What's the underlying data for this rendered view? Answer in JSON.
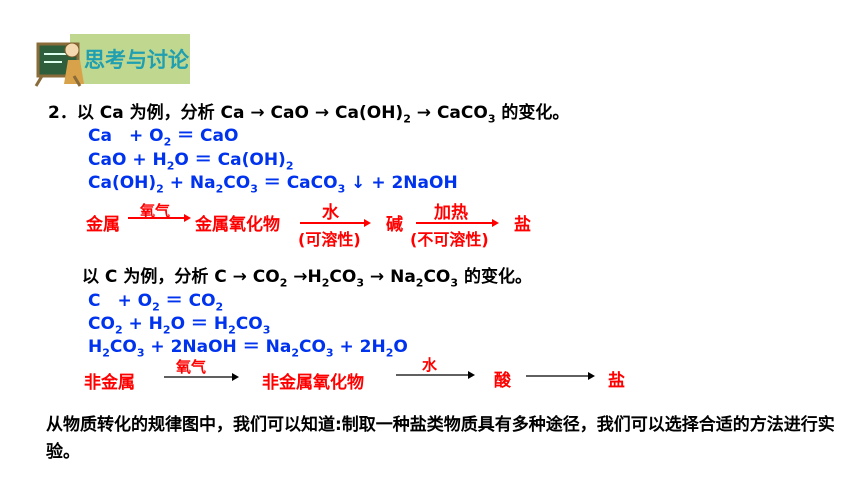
{
  "header": {
    "title": "思考与讨论",
    "colors": {
      "title": "#1f9fb0",
      "badge_green": "#a9c96a",
      "board": "#2e5e3c"
    },
    "icon": "teacher-blackboard-icon"
  },
  "question": {
    "prefix": "2．以 Ca 为例，分析 Ca → CaO → Ca(OH)",
    "sub1": "2",
    "mid": " → CaCO",
    "sub2": "3",
    "suffix": " 的变化。"
  },
  "ca_equations": [
    {
      "line": "eq1",
      "parts": [
        "Ca　+ O",
        "2",
        " ＝ CaO"
      ]
    },
    {
      "line": "eq2",
      "parts": [
        "CaO + H",
        "2",
        "O ＝ Ca(OH)",
        "2",
        ""
      ]
    },
    {
      "line": "eq3",
      "parts": [
        "Ca(OH)",
        "2",
        " + Na",
        "2",
        "CO",
        "3",
        " ＝ CaCO",
        "3",
        " ↓ + 2NaOH"
      ]
    }
  ],
  "metal_chain": {
    "start": "金属",
    "arrow1_label": "氧气",
    "node2": "金属氧化物",
    "arrow2_label": "水",
    "arrow2_note": "(可溶性)",
    "node3": "碱",
    "arrow3_label": "加热",
    "arrow3_note": "(不可溶性)",
    "end": "盐",
    "color": "#ff0000"
  },
  "c_question": {
    "prefix": "以 C 为例，分析 C → CO",
    "sub1": "2",
    "mid1": " →H",
    "sub2": "2",
    "mid2": "CO",
    "sub3": "3",
    "mid3": " → Na",
    "sub4": "2",
    "mid4": "CO",
    "sub5": "3",
    "suffix": " 的变化。"
  },
  "c_equations": [
    {
      "line": "ceq1",
      "parts": [
        "C　+ O",
        "2",
        " ＝ CO",
        "2",
        ""
      ]
    },
    {
      "line": "ceq2",
      "parts": [
        "CO",
        "2",
        " + H",
        "2",
        "O ＝ H",
        "2",
        "CO",
        "3",
        ""
      ]
    },
    {
      "line": "ceq3",
      "parts": [
        "H",
        "2",
        "CO",
        "3",
        " + 2NaOH ＝ Na",
        "2",
        "CO",
        "3",
        " + 2H",
        "2",
        "O"
      ]
    }
  ],
  "nonmetal_chain": {
    "start": "非金属",
    "arrow1_label": "氧气",
    "node2": "非金属氧化物",
    "arrow2_label": "水",
    "node3": "酸",
    "end": "盐"
  },
  "summary": "从物质转化的规律图中，我们可以知道:制取一种盐类物质具有多种途径，我们可以选择合适的方法进行实验。",
  "equation_color": "#0033ee"
}
